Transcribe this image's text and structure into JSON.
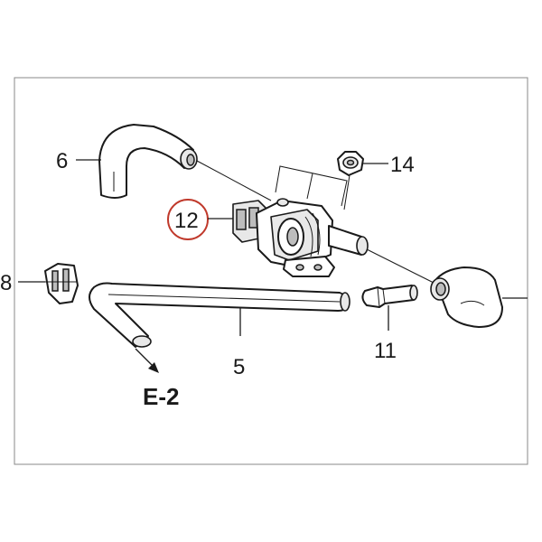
{
  "callouts": {
    "c5": "5",
    "c6": "6",
    "c11": "11",
    "c12": "12",
    "c14": "14"
  },
  "reference": "E-2",
  "edge_mark": "8",
  "highlight_color": "#c0392b"
}
